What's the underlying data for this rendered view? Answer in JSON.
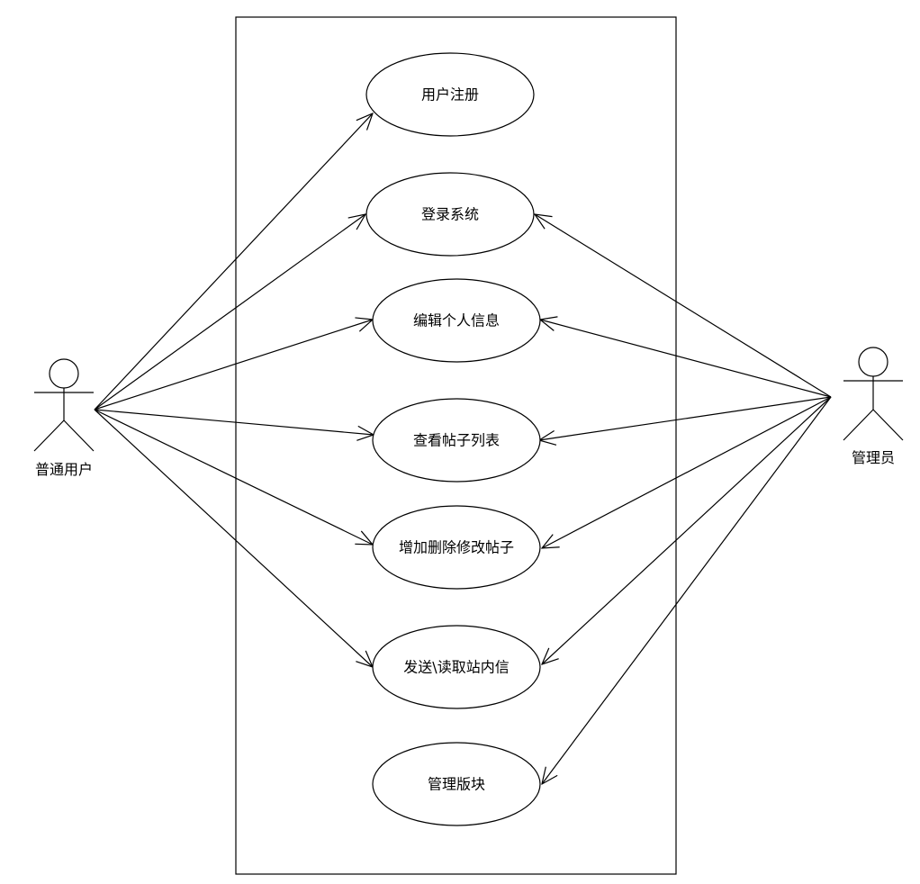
{
  "diagram": {
    "type": "use-case",
    "colors": {
      "stroke": "#000000",
      "background": "#ffffff"
    },
    "actors": {
      "user": {
        "label": "普通用户"
      },
      "admin": {
        "label": "管理员"
      }
    },
    "use_cases": [
      {
        "label": "用户注册"
      },
      {
        "label": "登录系统"
      },
      {
        "label": "编辑个人信息"
      },
      {
        "label": "查看帖子列表"
      },
      {
        "label": "增加删除修改帖子"
      },
      {
        "label": "发送\\读取站内信"
      },
      {
        "label": "管理版块"
      }
    ],
    "associations": {
      "user": [
        0,
        1,
        2,
        3,
        4,
        5
      ],
      "admin": [
        1,
        2,
        3,
        4,
        5,
        6
      ]
    }
  }
}
